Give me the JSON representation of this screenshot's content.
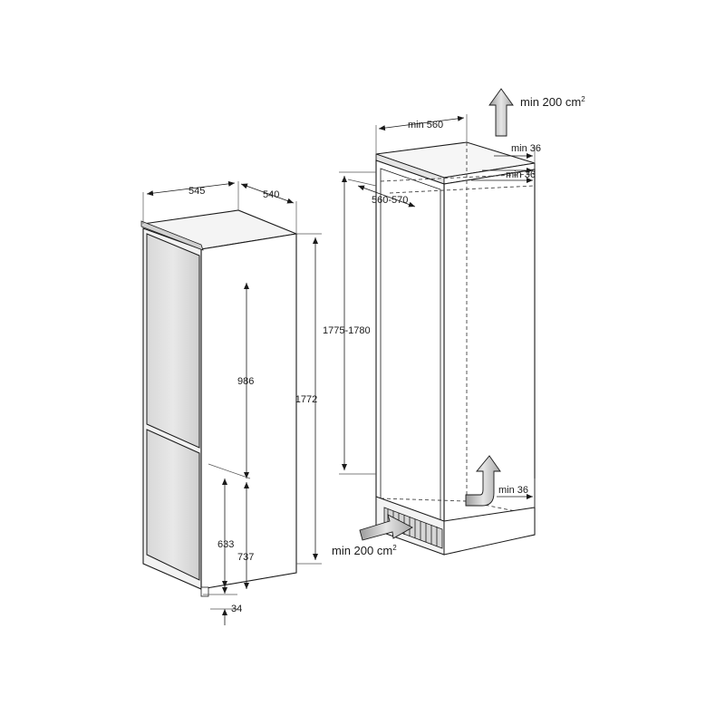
{
  "fridge": {
    "depth_label": "545",
    "depth2_label": "540",
    "height_label": "1772",
    "upper_label": "986",
    "lower_label": "737",
    "lower_door_label": "633",
    "bottom_label": "34"
  },
  "niche": {
    "width_min_label": "min 560",
    "depth_label": "560-570",
    "height_label": "1775-1780",
    "top_gap_1": "min 36",
    "top_gap_2": "min 36",
    "bottom_gap": "min 36",
    "vent_top_label": "min 200 cm",
    "vent_top_sup": "2",
    "vent_bottom_label": "min 200 cm",
    "vent_bottom_sup": "2"
  }
}
